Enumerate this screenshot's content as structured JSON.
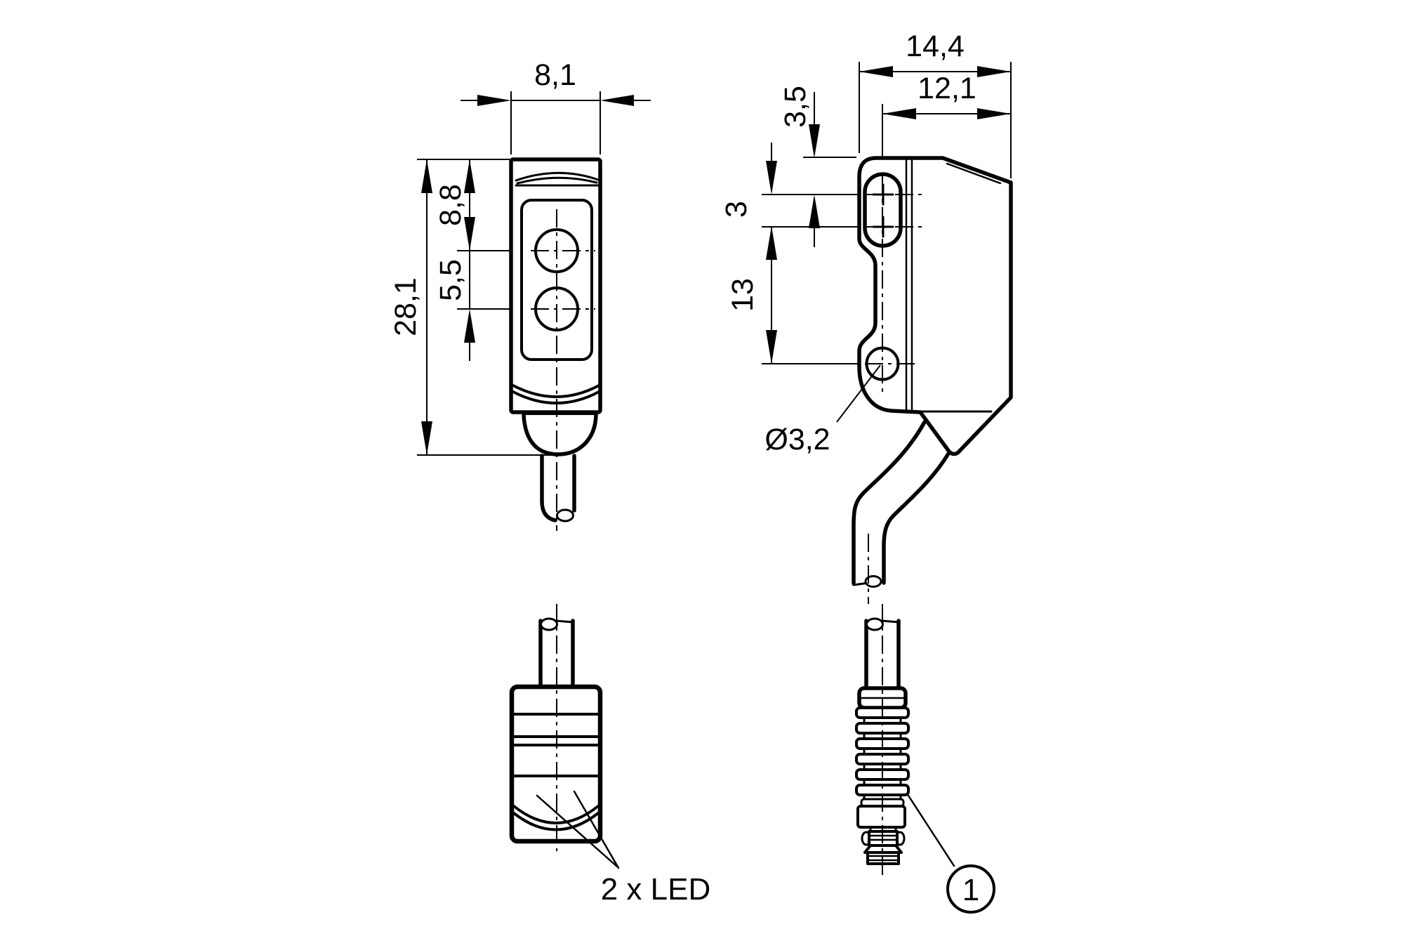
{
  "drawing": {
    "front_view": {
      "dim_width": "8,1",
      "dim_height": "28,1",
      "dim_top_to_lens_axis": "8,8",
      "dim_axis_spacing": "5,5"
    },
    "side_view": {
      "dim_depth": "14,4",
      "dim_slot_to_front": "12,1",
      "dim_top_to_slot": "3,5",
      "dim_slot_length": "3",
      "dim_slot_to_hole": "13",
      "hole_diameter": "Ø3,2"
    },
    "rear_view": {
      "led_label": "2 x LED"
    },
    "connector_view": {
      "callout": "1"
    }
  }
}
